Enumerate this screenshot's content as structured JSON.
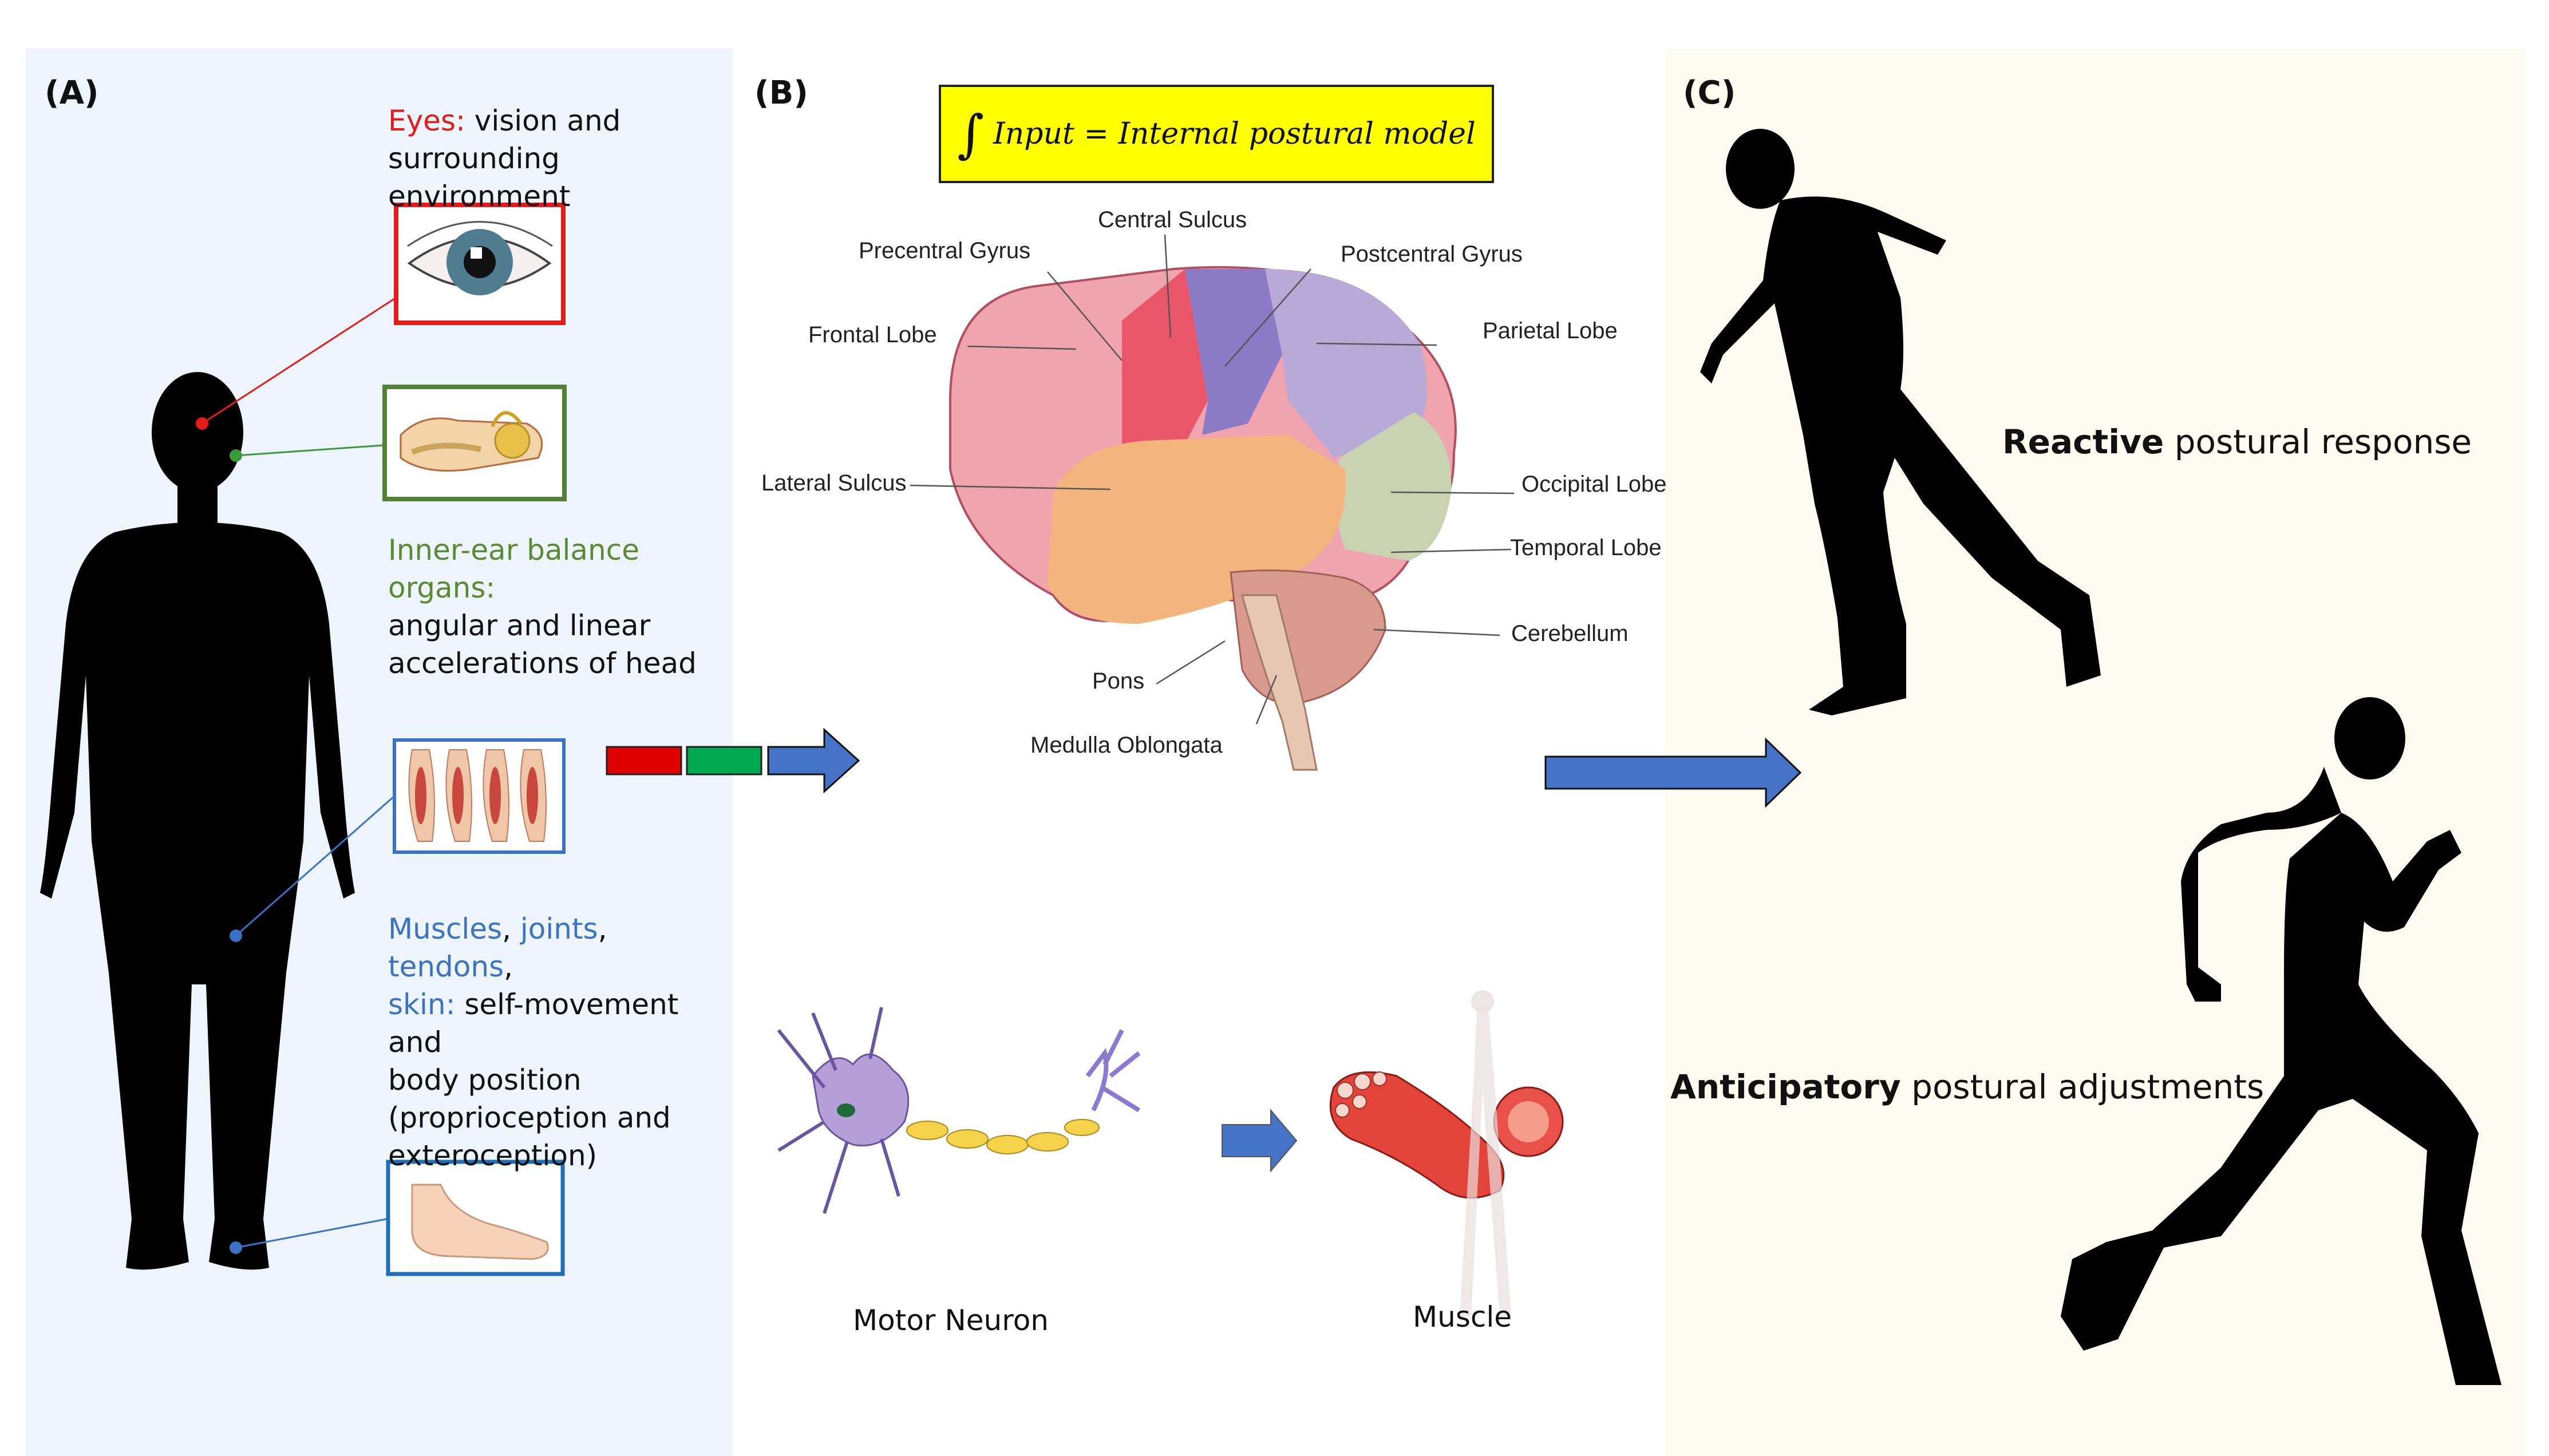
{
  "panels": {
    "a_label": "(A)",
    "b_label": "(B)",
    "c_label": "(C)"
  },
  "eyes": {
    "title": "Eyes:",
    "text": "vision and",
    "line2": "surrounding environment"
  },
  "inner_ear": {
    "title": "Inner-ear balance organs:",
    "line1": "angular and linear",
    "line2": "accelerations of head"
  },
  "proprio": {
    "muscles": "Muscles",
    "comma1": ",",
    "joints": "joints",
    "comma2": ",",
    "tendons": "tendons",
    "comma3": ",",
    "skin": "skin:",
    "line1_rest": "self-movement and",
    "line2": "body position",
    "line3": "(proprioception and",
    "line4": "exteroception)"
  },
  "formula": {
    "integral": "∫",
    "text": "Input = Internal postural model"
  },
  "brain_labels": {
    "central_sulcus": "Central Sulcus",
    "precentral_gyrus": "Precentral Gyrus",
    "postcentral_gyrus": "Postcentral Gyrus",
    "frontal_lobe": "Frontal Lobe",
    "parietal_lobe": "Parietal Lobe",
    "lateral_sulcus": "Lateral Sulcus",
    "occipital_lobe": "Occipital Lobe",
    "temporal_lobe": "Temporal Lobe",
    "cerebellum": "Cerebellum",
    "pons": "Pons",
    "medulla": "Medulla Oblongata"
  },
  "captions": {
    "motor_neuron": "Motor Neuron",
    "muscle": "Muscle"
  },
  "responses": {
    "reactive_bold": "Reactive",
    "reactive_rest": "postural response",
    "anticipatory_bold": "Anticipatory",
    "anticipatory_rest": "postural adjustments"
  },
  "colors": {
    "panel_a_bg": "#eef4fb",
    "panel_c_bg": "#fdfaef",
    "formula_bg": "#ffff00",
    "arrow_blue": "#4472c4",
    "eyes_red": "#e21b1b",
    "ear_green": "#5a8a32",
    "proprio_blue": "#3a72c4"
  }
}
